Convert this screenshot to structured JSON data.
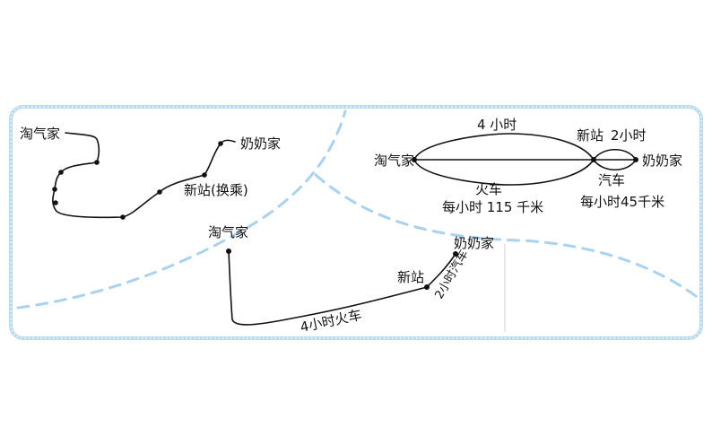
{
  "colors": {
    "frame": "#b9dbef",
    "divider": "#a9d2ee",
    "ink": "#111111"
  },
  "diagram1": {
    "start": "淘气家",
    "station": "新站(换乘)",
    "end": "奶奶家"
  },
  "diagram2": {
    "start": "淘气家",
    "train_time": "4 小时",
    "train_mode": "火车",
    "train_speed": "每小时 115 千米",
    "station": "新站",
    "bus_time": "2小时",
    "bus_mode": "汽车",
    "bus_speed": "每小时45千米",
    "end": "奶奶家"
  },
  "diagram3": {
    "start": "淘气家",
    "train_label": "4小时火车",
    "station": "新站",
    "bus_label": "2小时汽车",
    "end": "奶奶家"
  }
}
